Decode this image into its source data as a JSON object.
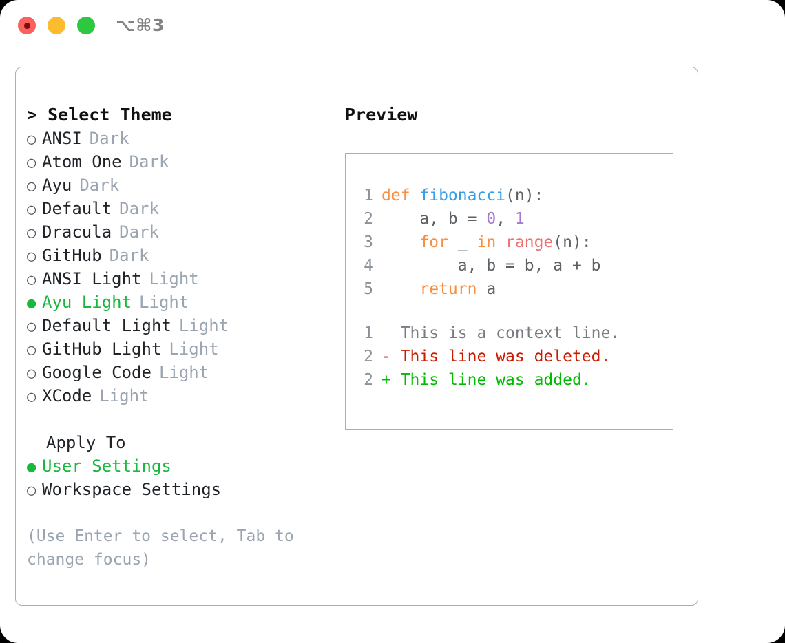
{
  "window": {
    "shortcut": "⌥⌘3",
    "traffic_lights": [
      {
        "name": "close",
        "color": "#fc625d"
      },
      {
        "name": "minimize",
        "color": "#fdbc2f"
      },
      {
        "name": "zoom",
        "color": "#2bc840"
      }
    ]
  },
  "theme_picker": {
    "header": "> Select Theme",
    "options": [
      {
        "marker": "○",
        "label": "ANSI",
        "suffix": "Dark",
        "selected": false
      },
      {
        "marker": "○",
        "label": "Atom One",
        "suffix": "Dark",
        "selected": false
      },
      {
        "marker": "○",
        "label": "Ayu",
        "suffix": "Dark",
        "selected": false
      },
      {
        "marker": "○",
        "label": "Default",
        "suffix": "Dark",
        "selected": false
      },
      {
        "marker": "○",
        "label": "Dracula",
        "suffix": "Dark",
        "selected": false
      },
      {
        "marker": "○",
        "label": "GitHub",
        "suffix": "Dark",
        "selected": false
      },
      {
        "marker": "○",
        "label": "ANSI Light",
        "suffix": "Light",
        "selected": false
      },
      {
        "marker": "●",
        "label": "Ayu Light",
        "suffix": "Light",
        "selected": true
      },
      {
        "marker": "○",
        "label": "Default Light",
        "suffix": "Light",
        "selected": false
      },
      {
        "marker": "○",
        "label": "GitHub Light",
        "suffix": "Light",
        "selected": false
      },
      {
        "marker": "○",
        "label": "Google Code",
        "suffix": "Light",
        "selected": false
      },
      {
        "marker": "○",
        "label": "XCode",
        "suffix": "Light",
        "selected": false
      }
    ]
  },
  "apply_to": {
    "title": "Apply To",
    "options": [
      {
        "marker": "●",
        "label": "User Settings",
        "selected": true
      },
      {
        "marker": "○",
        "label": "Workspace Settings",
        "selected": false
      }
    ]
  },
  "hint": "(Use Enter to select, Tab to change focus)",
  "preview": {
    "title": "Preview",
    "code_lines": [
      {
        "number": "1",
        "tokens": [
          {
            "text": "def ",
            "kind": "kw"
          },
          {
            "text": "fibonacci",
            "kind": "fn"
          },
          {
            "text": "(n):",
            "kind": "punc"
          }
        ]
      },
      {
        "number": "2",
        "tokens": [
          {
            "text": "    a, b = ",
            "kind": "plain"
          },
          {
            "text": "0",
            "kind": "num"
          },
          {
            "text": ", ",
            "kind": "punc"
          },
          {
            "text": "1",
            "kind": "num"
          }
        ]
      },
      {
        "number": "3",
        "tokens": [
          {
            "text": "    ",
            "kind": "plain"
          },
          {
            "text": "for",
            "kind": "kw"
          },
          {
            "text": " _ ",
            "kind": "plain"
          },
          {
            "text": "in",
            "kind": "kw"
          },
          {
            "text": " ",
            "kind": "plain"
          },
          {
            "text": "range",
            "kind": "fn2"
          },
          {
            "text": "(n):",
            "kind": "punc"
          }
        ]
      },
      {
        "number": "4",
        "tokens": [
          {
            "text": "        a, b = b, a + b",
            "kind": "plain"
          }
        ]
      },
      {
        "number": "5",
        "tokens": [
          {
            "text": "    ",
            "kind": "plain"
          },
          {
            "text": "return",
            "kind": "kw"
          },
          {
            "text": " a",
            "kind": "plain"
          }
        ]
      }
    ],
    "diff_lines": [
      {
        "number": "1",
        "sign": " ",
        "text": " This is a context line.",
        "kind": "ctx"
      },
      {
        "number": "2",
        "sign": "-",
        "text": " This line was deleted.",
        "kind": "del"
      },
      {
        "number": "2",
        "sign": "+",
        "text": " This line was added.",
        "kind": "add"
      }
    ]
  },
  "colors": {
    "accent_green": "#18b83c",
    "muted": "#9aa5b1",
    "border": "#a6b0bd",
    "syntax_keyword": "#fa8d3e",
    "syntax_function": "#399ee6",
    "syntax_number": "#a37acc",
    "syntax_builtin": "#f07171",
    "syntax_plain": "#5c6166",
    "diff_added": "#00bb00",
    "diff_deleted": "#c91b00",
    "diff_context": "#787b80",
    "line_number": "#8a9199"
  }
}
